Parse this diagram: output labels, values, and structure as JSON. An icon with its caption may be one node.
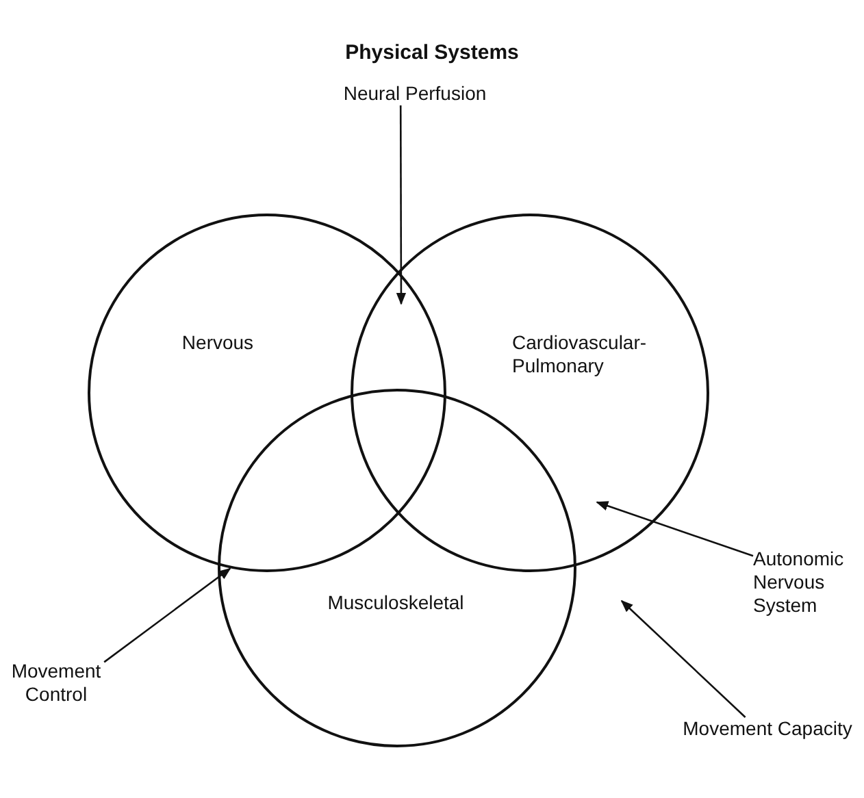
{
  "diagram": {
    "title": "Physical Systems",
    "nodes": [
      {
        "text": [
          "Nervous"
        ]
      },
      {
        "text": [
          "Cardiovascular-Pulmonary"
        ]
      },
      {
        "text": [
          "Musculoskeletal"
        ]
      },
      {
        "text": [
          "Neural Perfusion"
        ]
      },
      {
        "text": [
          "Autonomic Nervous System"
        ]
      },
      {
        "text": [
          "Movement Control"
        ]
      },
      {
        "text": [
          "Movement Capacity"
        ]
      }
    ],
    "edges": [
      {
        "from": 3,
        "to": 0,
        "arrow": "to"
      },
      {
        "from": 4,
        "to": 1,
        "arrow": "to"
      },
      {
        "from": 5,
        "to": 0,
        "arrow": "to"
      },
      {
        "from": 6,
        "to": null,
        "arrow": "to"
      }
    ]
  }
}
